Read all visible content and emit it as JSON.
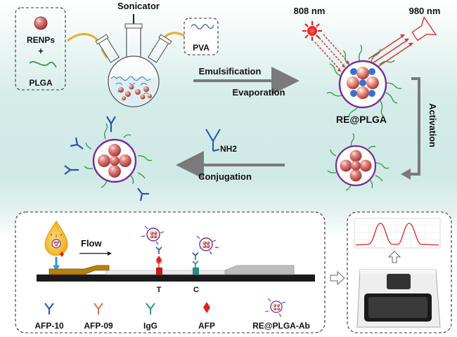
{
  "labels": {
    "sonicator": "Sonicator",
    "renps": "RENPs",
    "plus": "+",
    "plga": "PLGA",
    "pva": "PVA",
    "emulsification": "Emulsification",
    "evaporation": "Evaporation",
    "excitation": "808 nm",
    "emission": "980 nm",
    "re_plga": "RE@PLGA",
    "activation": "Activation",
    "conjugation": "Conjugation",
    "nh2": "NH2",
    "flow": "Flow",
    "test_line": "T",
    "control_line": "C"
  },
  "legend": [
    {
      "label": "AFP-10",
      "color": "#2a52b8",
      "icon": "antibody-icon"
    },
    {
      "label": "AFP-09",
      "color": "#e07050",
      "icon": "antibody-icon"
    },
    {
      "label": "IgG",
      "color": "#2a9a8a",
      "icon": "antibody-icon"
    },
    {
      "label": "AFP",
      "color": "#e02020",
      "icon": "diamond-icon"
    },
    {
      "label": "RE@PLGA-Ab",
      "color": "#7a2a9a",
      "icon": "probe-icon"
    }
  ],
  "colors": {
    "nanoparticle": "#c04040",
    "shell": "#7a2a9a",
    "polymer": "#2a9a3a",
    "laser": "#e01818",
    "arrow": "#7a7a7a",
    "background_tint": "#cfe9e6"
  }
}
